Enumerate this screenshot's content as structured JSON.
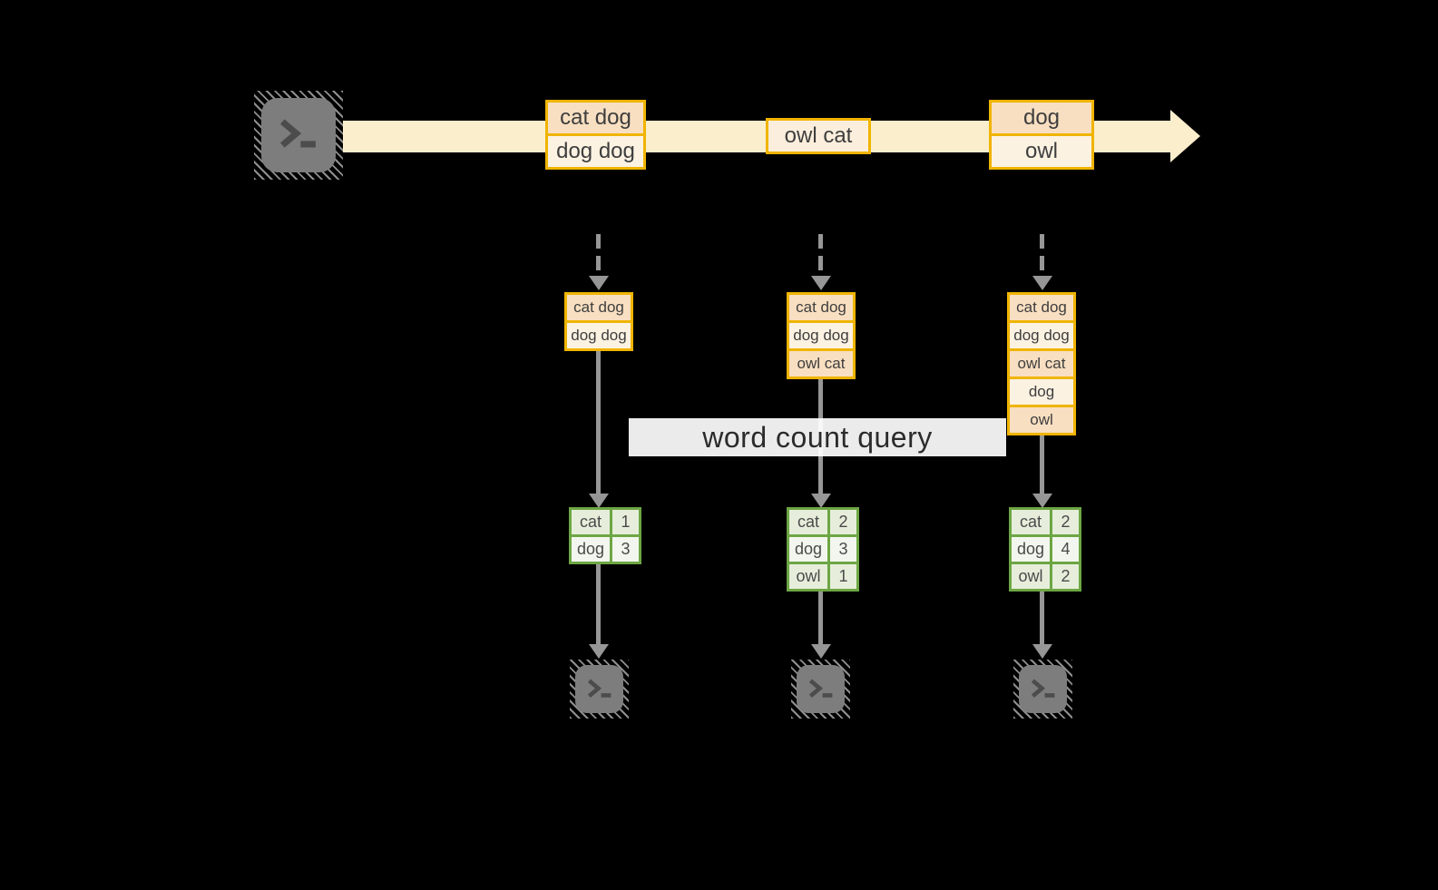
{
  "colors": {
    "background": "#000000",
    "stream_band": "#FAEECC",
    "box_border": "#F0B400",
    "box_fill_peach": "#F8DFC1",
    "box_fill_cream": "#FCF2E2",
    "box_fill_single": "#FBEEDC",
    "table_border": "#6DA644",
    "table_fill_dark": "#E6EEDB",
    "table_fill_light": "#F3F6EE",
    "arrow_gray": "#969696",
    "terminal_gray": "#7D7D7D",
    "terminal_glyph": "#4C4C4C",
    "text_dark": "#3E3E3E"
  },
  "stream": {
    "events": [
      {
        "lines": [
          "cat dog",
          "dog dog"
        ]
      },
      {
        "lines": [
          "owl cat"
        ]
      },
      {
        "lines": [
          "dog",
          "owl"
        ]
      }
    ]
  },
  "query": {
    "label": "word count query"
  },
  "columns": [
    {
      "buffer": [
        "cat dog",
        "dog dog"
      ],
      "counts": [
        {
          "word": "cat",
          "count": "1"
        },
        {
          "word": "dog",
          "count": "3"
        }
      ]
    },
    {
      "buffer": [
        "cat dog",
        "dog dog",
        "owl cat"
      ],
      "counts": [
        {
          "word": "cat",
          "count": "2"
        },
        {
          "word": "dog",
          "count": "3"
        },
        {
          "word": "owl",
          "count": "1"
        }
      ]
    },
    {
      "buffer": [
        "cat dog",
        "dog dog",
        "owl cat",
        "dog",
        "owl"
      ],
      "counts": [
        {
          "word": "cat",
          "count": "2"
        },
        {
          "word": "dog",
          "count": "4"
        },
        {
          "word": "owl",
          "count": "2"
        }
      ]
    }
  ]
}
